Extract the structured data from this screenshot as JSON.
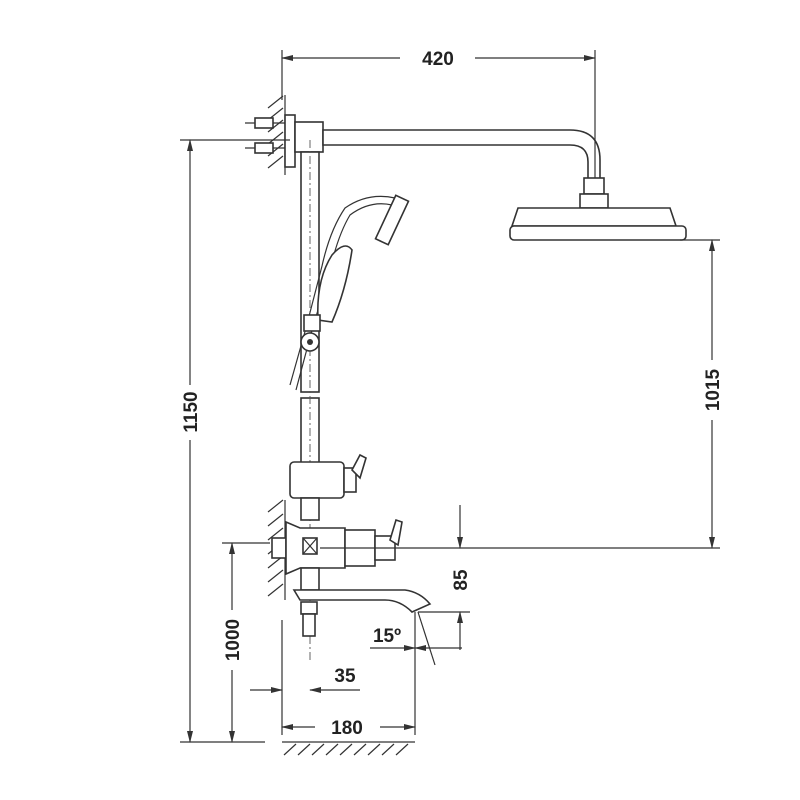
{
  "drawing": {
    "dimensions": {
      "arm_projection": "420",
      "total_height": "1150",
      "head_to_mixer": "1015",
      "mixer_to_spout": "85",
      "mixer_height": "1000",
      "spout_angle": "15º",
      "spout_offset": "35",
      "spout_projection": "180"
    }
  }
}
